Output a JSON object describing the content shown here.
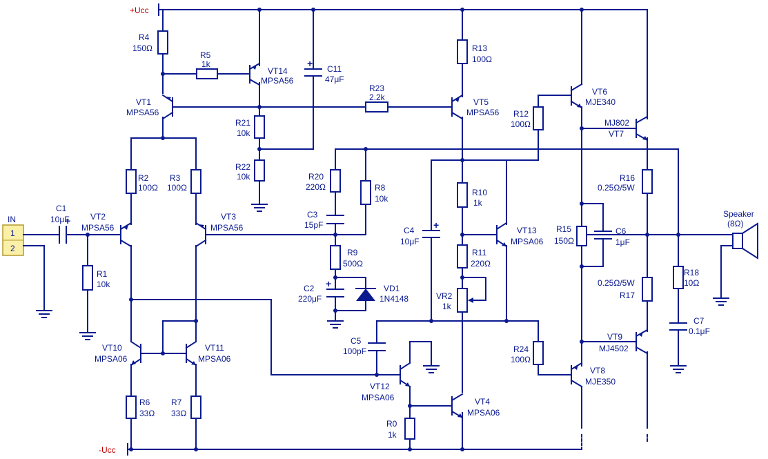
{
  "rails": {
    "positive": "+Ucc",
    "negative": "-Ucc"
  },
  "input": {
    "title": "IN",
    "pin1": "1",
    "pin2": "2"
  },
  "output": {
    "title": "Speaker",
    "impedance": "(8Ω)"
  },
  "resistors": [
    {
      "ref": "R4",
      "value": "150Ω"
    },
    {
      "ref": "R5",
      "value": "1k"
    },
    {
      "ref": "R13",
      "value": "100Ω"
    },
    {
      "ref": "R23",
      "value": "2.2k"
    },
    {
      "ref": "R12",
      "value": "100Ω"
    },
    {
      "ref": "R21",
      "value": "10k"
    },
    {
      "ref": "R22",
      "value": "10k"
    },
    {
      "ref": "R2",
      "value": "100Ω"
    },
    {
      "ref": "R3",
      "value": "100Ω"
    },
    {
      "ref": "R20",
      "value": "220Ω"
    },
    {
      "ref": "R8",
      "value": "10k"
    },
    {
      "ref": "R10",
      "value": "1k"
    },
    {
      "ref": "R16",
      "value": "0.25Ω/5W"
    },
    {
      "ref": "R1",
      "value": "10k"
    },
    {
      "ref": "R9",
      "value": "500Ω"
    },
    {
      "ref": "R11",
      "value": "220Ω"
    },
    {
      "ref": "R15",
      "value": "150Ω"
    },
    {
      "ref": "R17",
      "value": "0.25Ω/5W"
    },
    {
      "ref": "R18",
      "value": "10Ω"
    },
    {
      "ref": "R24",
      "value": "100Ω"
    },
    {
      "ref": "R6",
      "value": "33Ω"
    },
    {
      "ref": "R7",
      "value": "33Ω"
    },
    {
      "ref": "R0",
      "value": "1k"
    }
  ],
  "capacitors": [
    {
      "ref": "C11",
      "value": "47μF"
    },
    {
      "ref": "C1",
      "value": "10μF"
    },
    {
      "ref": "C3",
      "value": "15pF"
    },
    {
      "ref": "C4",
      "value": "10μF"
    },
    {
      "ref": "C6",
      "value": "1μF"
    },
    {
      "ref": "C2",
      "value": "220μF"
    },
    {
      "ref": "C5",
      "value": "100pF"
    },
    {
      "ref": "C7",
      "value": "0.1μF"
    }
  ],
  "transistors": [
    {
      "ref": "VT14",
      "model": "MPSA56"
    },
    {
      "ref": "VT1",
      "model": "MPSA56"
    },
    {
      "ref": "VT5",
      "model": "MPSA56"
    },
    {
      "ref": "VT6",
      "model": "MJE340"
    },
    {
      "ref": "VT7",
      "model": "MJ802"
    },
    {
      "ref": "VT2",
      "model": "MPSA56"
    },
    {
      "ref": "VT3",
      "model": "MPSA56"
    },
    {
      "ref": "VT13",
      "model": "MPSA06"
    },
    {
      "ref": "VT10",
      "model": "MPSA06"
    },
    {
      "ref": "VT11",
      "model": "MPSA06"
    },
    {
      "ref": "VT12",
      "model": "MPSA06"
    },
    {
      "ref": "VT9",
      "model": "MJ4502"
    },
    {
      "ref": "VT8",
      "model": "MJE350"
    },
    {
      "ref": "VT4",
      "model": "MPSA06"
    }
  ],
  "diode": {
    "ref": "VD1",
    "model": "1N4148"
  },
  "pot": {
    "ref": "VR2",
    "value": "1k"
  }
}
